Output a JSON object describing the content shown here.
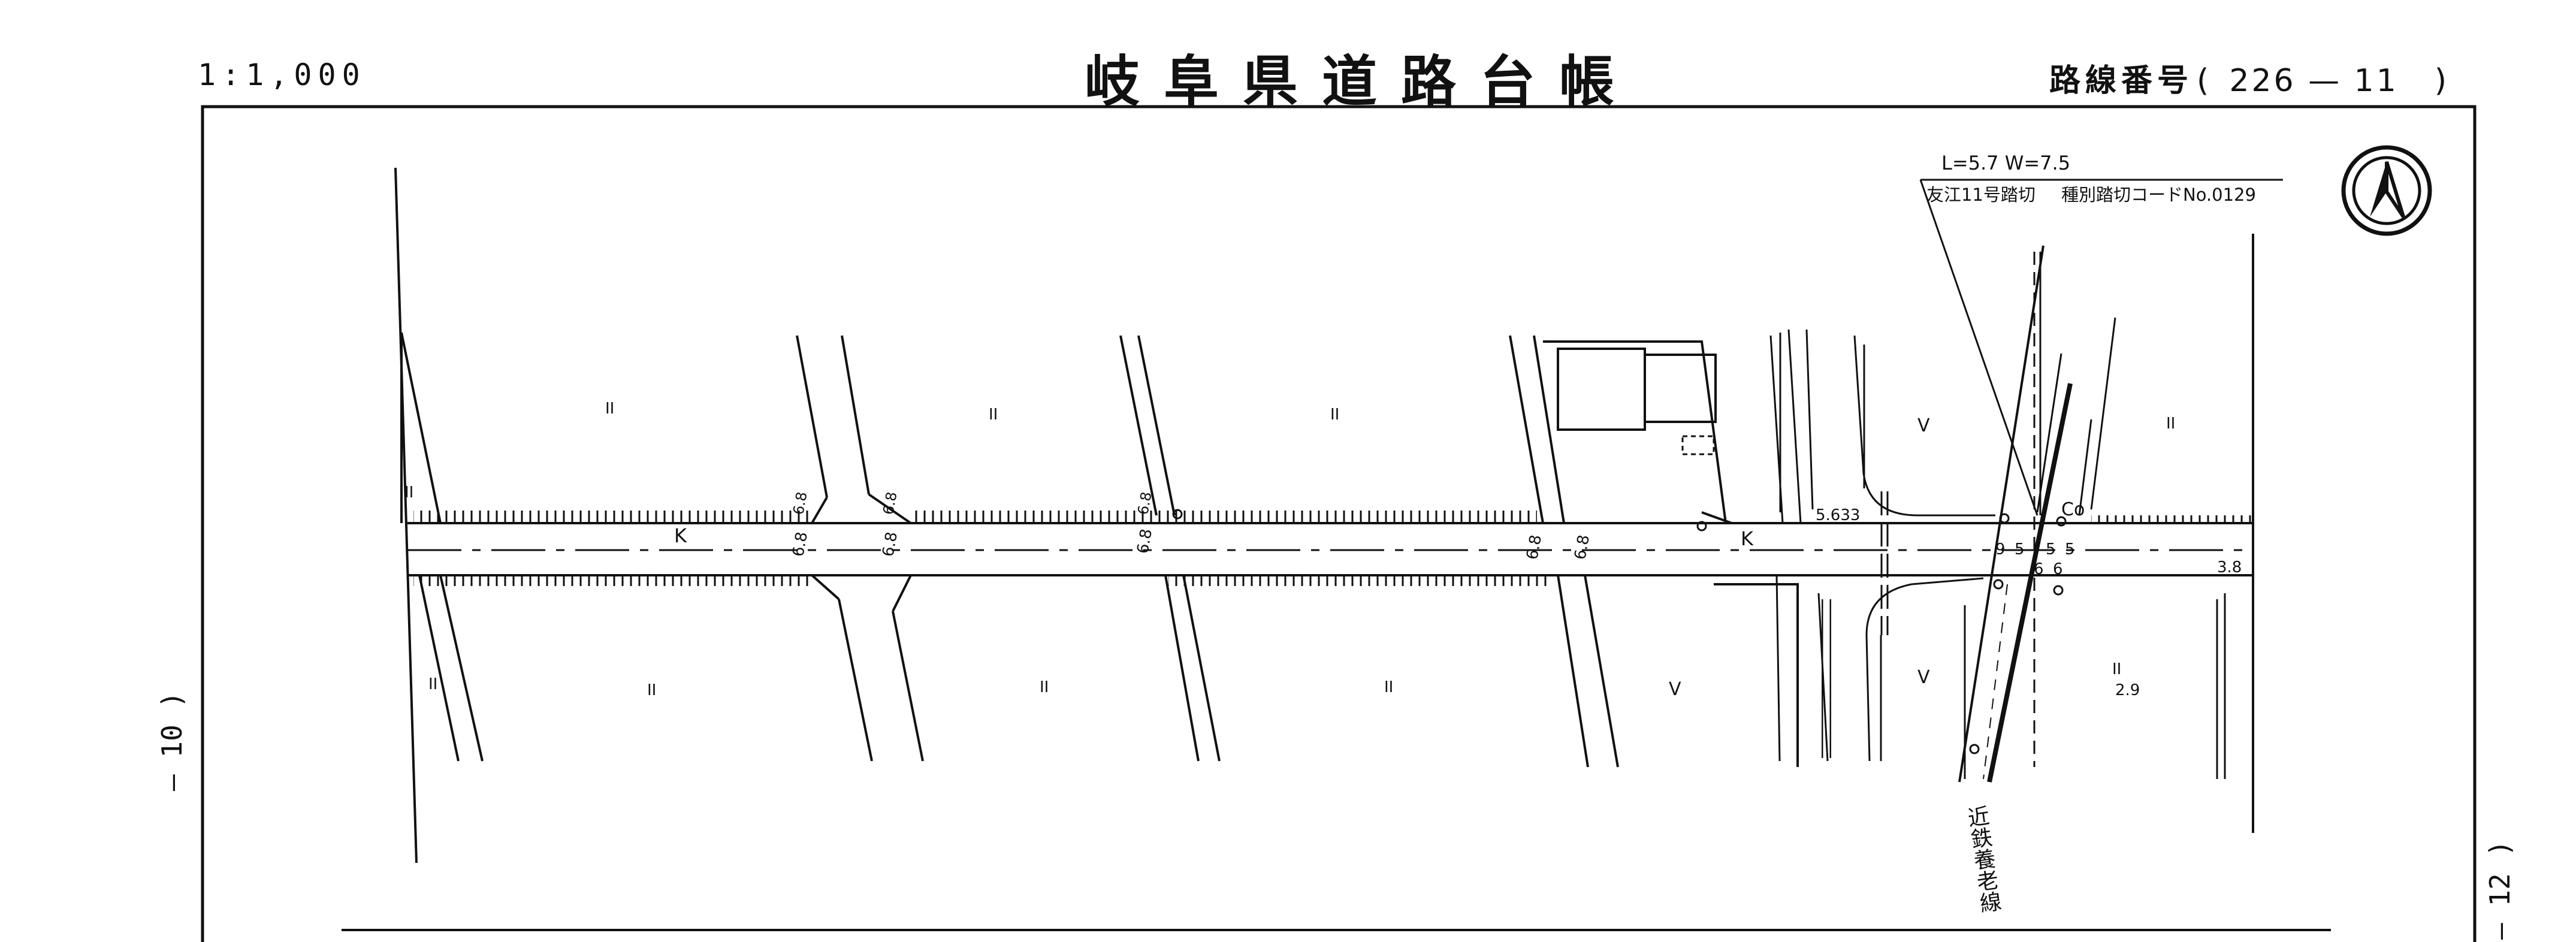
{
  "header": {
    "scale": "1:1,000",
    "title": "岐阜県道路台帳",
    "route_label": "路線番号",
    "route_number": "226 — 11",
    "paren_open": "(",
    "paren_close": ")"
  },
  "sheets": {
    "previous": "10",
    "next": "12",
    "prefix": "—",
    "paren_open": "(",
    "paren_close": ")"
  },
  "crossing": {
    "dimensions": "L=5.7   W=7.5",
    "name": "友江11号踏切",
    "code": "種別踏切コードNo.0129"
  },
  "railway": {
    "name": "近鉄養老線"
  },
  "road": {
    "type_code": "K",
    "width_marks": [
      "6.8",
      "6.8",
      "6.8",
      "6.8",
      "6.8",
      "6.8",
      "6.8",
      "6.8"
    ]
  },
  "crossing_lane_widths": [
    "9",
    "5",
    "6",
    "6",
    "5",
    "5"
  ],
  "measurements": {
    "edge_offset": "5.633",
    "right_width": "3.8",
    "parcel_depth": "2.9"
  },
  "land_use": {
    "field_symbol": "II",
    "upland_symbol": "V",
    "building_code": "Co"
  },
  "colors": {
    "ink": "#111111",
    "background": "#ffffff"
  },
  "icons": {
    "north": "north-arrow-icon"
  }
}
